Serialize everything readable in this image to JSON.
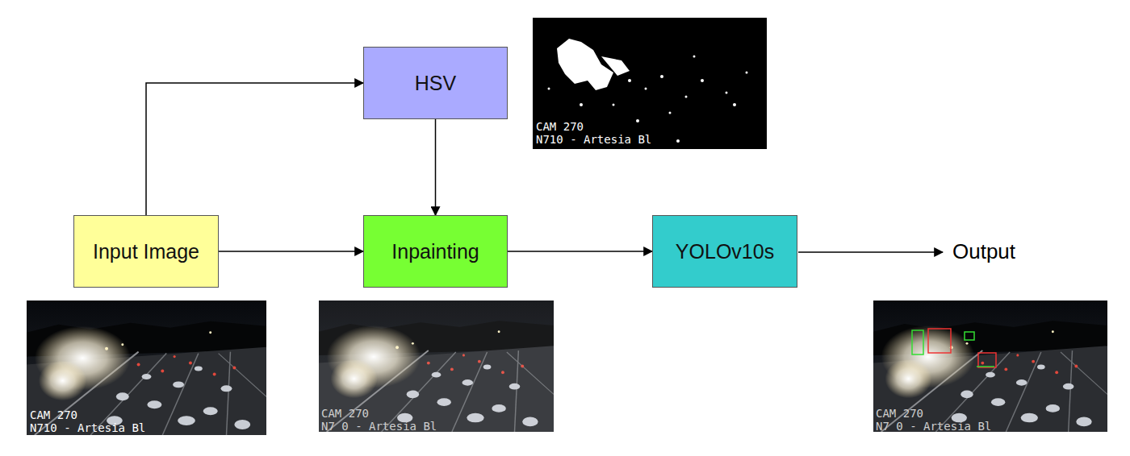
{
  "diagram": {
    "nodes": [
      {
        "text": [
          "Input Image"
        ]
      },
      {
        "text": [
          "HSV"
        ]
      },
      {
        "text": [
          "Inpainting"
        ]
      },
      {
        "text": [
          "YOLOv10s"
        ]
      }
    ],
    "edges": [
      {
        "from": 0,
        "to": 1,
        "arrow": "to"
      },
      {
        "from": 0,
        "to": 2,
        "arrow": "to"
      },
      {
        "from": 1,
        "to": 2,
        "arrow": "to"
      },
      {
        "from": 2,
        "to": 3,
        "arrow": "to"
      }
    ],
    "labels": [
      "CAM 270",
      "N710 - Artesia Bl",
      "CAM 270",
      "N710 - Artesia Bl",
      "CAM 270",
      "N7 0 - Artesia Bl",
      "CAM 270",
      "N7 0 - Artesia Bl",
      "Output"
    ]
  }
}
